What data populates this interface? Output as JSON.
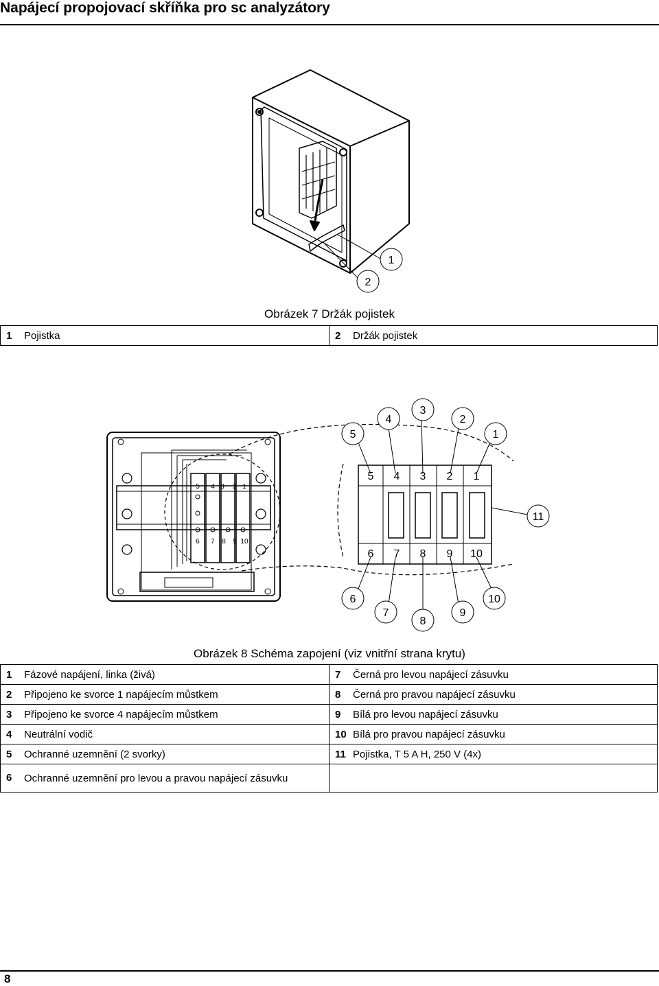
{
  "page": {
    "title": "Napájecí propojovací skříňka pro sc analyzátory",
    "page_number": "8"
  },
  "figure7": {
    "caption": "Obrázek 7 Držák pojistek",
    "callouts": [
      "1",
      "2"
    ],
    "legend": [
      {
        "num": "1",
        "text": "Pojistka"
      },
      {
        "num": "2",
        "text": "Držák pojistek"
      }
    ]
  },
  "figure8": {
    "caption": "Obrázek 8 Schéma zapojení (viz vnitřní strana krytu)",
    "top_callouts": [
      "5",
      "4",
      "3",
      "2",
      "1"
    ],
    "bottom_callouts": [
      "6",
      "7",
      "8",
      "9",
      "10"
    ],
    "side_callout": "11",
    "terminal_top": [
      "5",
      "4",
      "3",
      "2",
      "1"
    ],
    "terminal_bottom": [
      "6",
      "7",
      "8",
      "9",
      "10"
    ],
    "box_labels_top": [
      "5",
      "4",
      "3",
      "2",
      "1"
    ],
    "box_labels_bottom": [
      "6",
      "7",
      "8",
      "9",
      "10"
    ],
    "legend_left": [
      {
        "num": "1",
        "text": "Fázové napájení, linka (živá)"
      },
      {
        "num": "2",
        "text": "Připojeno ke svorce 1 napájecím můstkem"
      },
      {
        "num": "3",
        "text": "Připojeno ke svorce 4 napájecím můstkem"
      },
      {
        "num": "4",
        "text": "Neutrální vodič"
      },
      {
        "num": "5",
        "text": "Ochranné uzemnění (2 svorky)"
      },
      {
        "num": "6",
        "text": "Ochranné uzemnění pro levou a pravou napájecí zásuvku"
      }
    ],
    "legend_right": [
      {
        "num": "7",
        "text": "Černá pro levou napájecí zásuvku"
      },
      {
        "num": "8",
        "text": "Černá pro pravou napájecí zásuvku"
      },
      {
        "num": "9",
        "text": "Bílá pro levou napájecí zásuvku"
      },
      {
        "num": "10",
        "text": "Bílá pro pravou napájecí zásuvku"
      },
      {
        "num": "11",
        "text": "Pojistka, T 5 A H, 250 V (4x)"
      },
      {
        "num": "",
        "text": ""
      }
    ]
  }
}
